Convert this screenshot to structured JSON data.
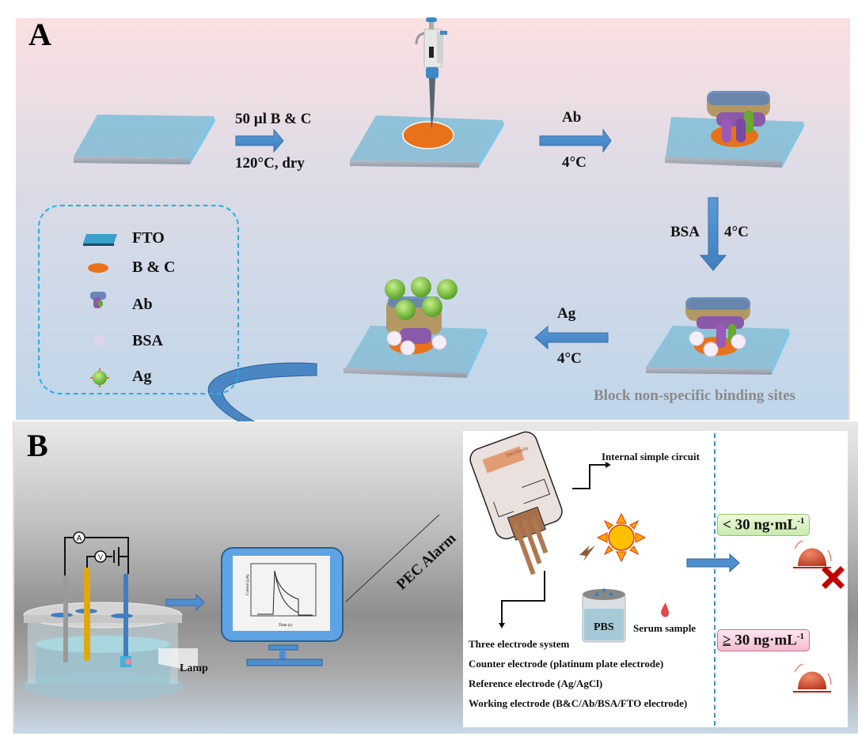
{
  "panel_a": {
    "letter": "A",
    "step1": {
      "top": "50 µl B & C",
      "bottom": "120°C, dry"
    },
    "step2": {
      "top": "Ab",
      "bottom": "4°C"
    },
    "step3": {
      "left": "BSA",
      "right": "4°C"
    },
    "step4": {
      "top": "Ag",
      "bottom": "4°C"
    },
    "note": "Block non-specific binding sites",
    "legend": [
      {
        "icon": "fto-slab-icon",
        "label": "FTO"
      },
      {
        "icon": "bc-disk-icon",
        "label": "B & C"
      },
      {
        "icon": "antibody-icon",
        "label": "Ab"
      },
      {
        "icon": "bsa-flower-icon",
        "label": "BSA"
      },
      {
        "icon": "antigen-virus-icon",
        "label": "Ag"
      }
    ]
  },
  "panel_b": {
    "letter": "B",
    "lamp_label": "Lamp",
    "circuit_meters": {
      "ammeter": "A",
      "voltmeter": "V"
    },
    "monitor": {
      "y_axis": "Current (µA)",
      "x_axis": "Time (s)"
    },
    "device_label": "PEC Alarm",
    "device_display": "Data display",
    "internal_circuit": "Internal simple circuit",
    "pbs_label": "PBS",
    "serum_label": "Serum sample",
    "electrode_lines": [
      "Three electrode system",
      "Counter electrode (platinum plate electrode)",
      "Reference electrode (Ag/AgCl)",
      "Working electrode (B&C/Ab/BSA/FTO electrode)"
    ],
    "thresholds": [
      {
        "op": "<",
        "value": "30 ng·mL",
        "exp": "-1",
        "alarm": "off"
      },
      {
        "op": "≥",
        "value": "30 ng·mL",
        "exp": "-1",
        "alarm": "on"
      }
    ]
  },
  "colors": {
    "arrow": "#4f8fd0",
    "fto": "#8fc4db",
    "bc": "#e8721a",
    "alarm": "#d04a2e",
    "cross": "#c00000"
  }
}
